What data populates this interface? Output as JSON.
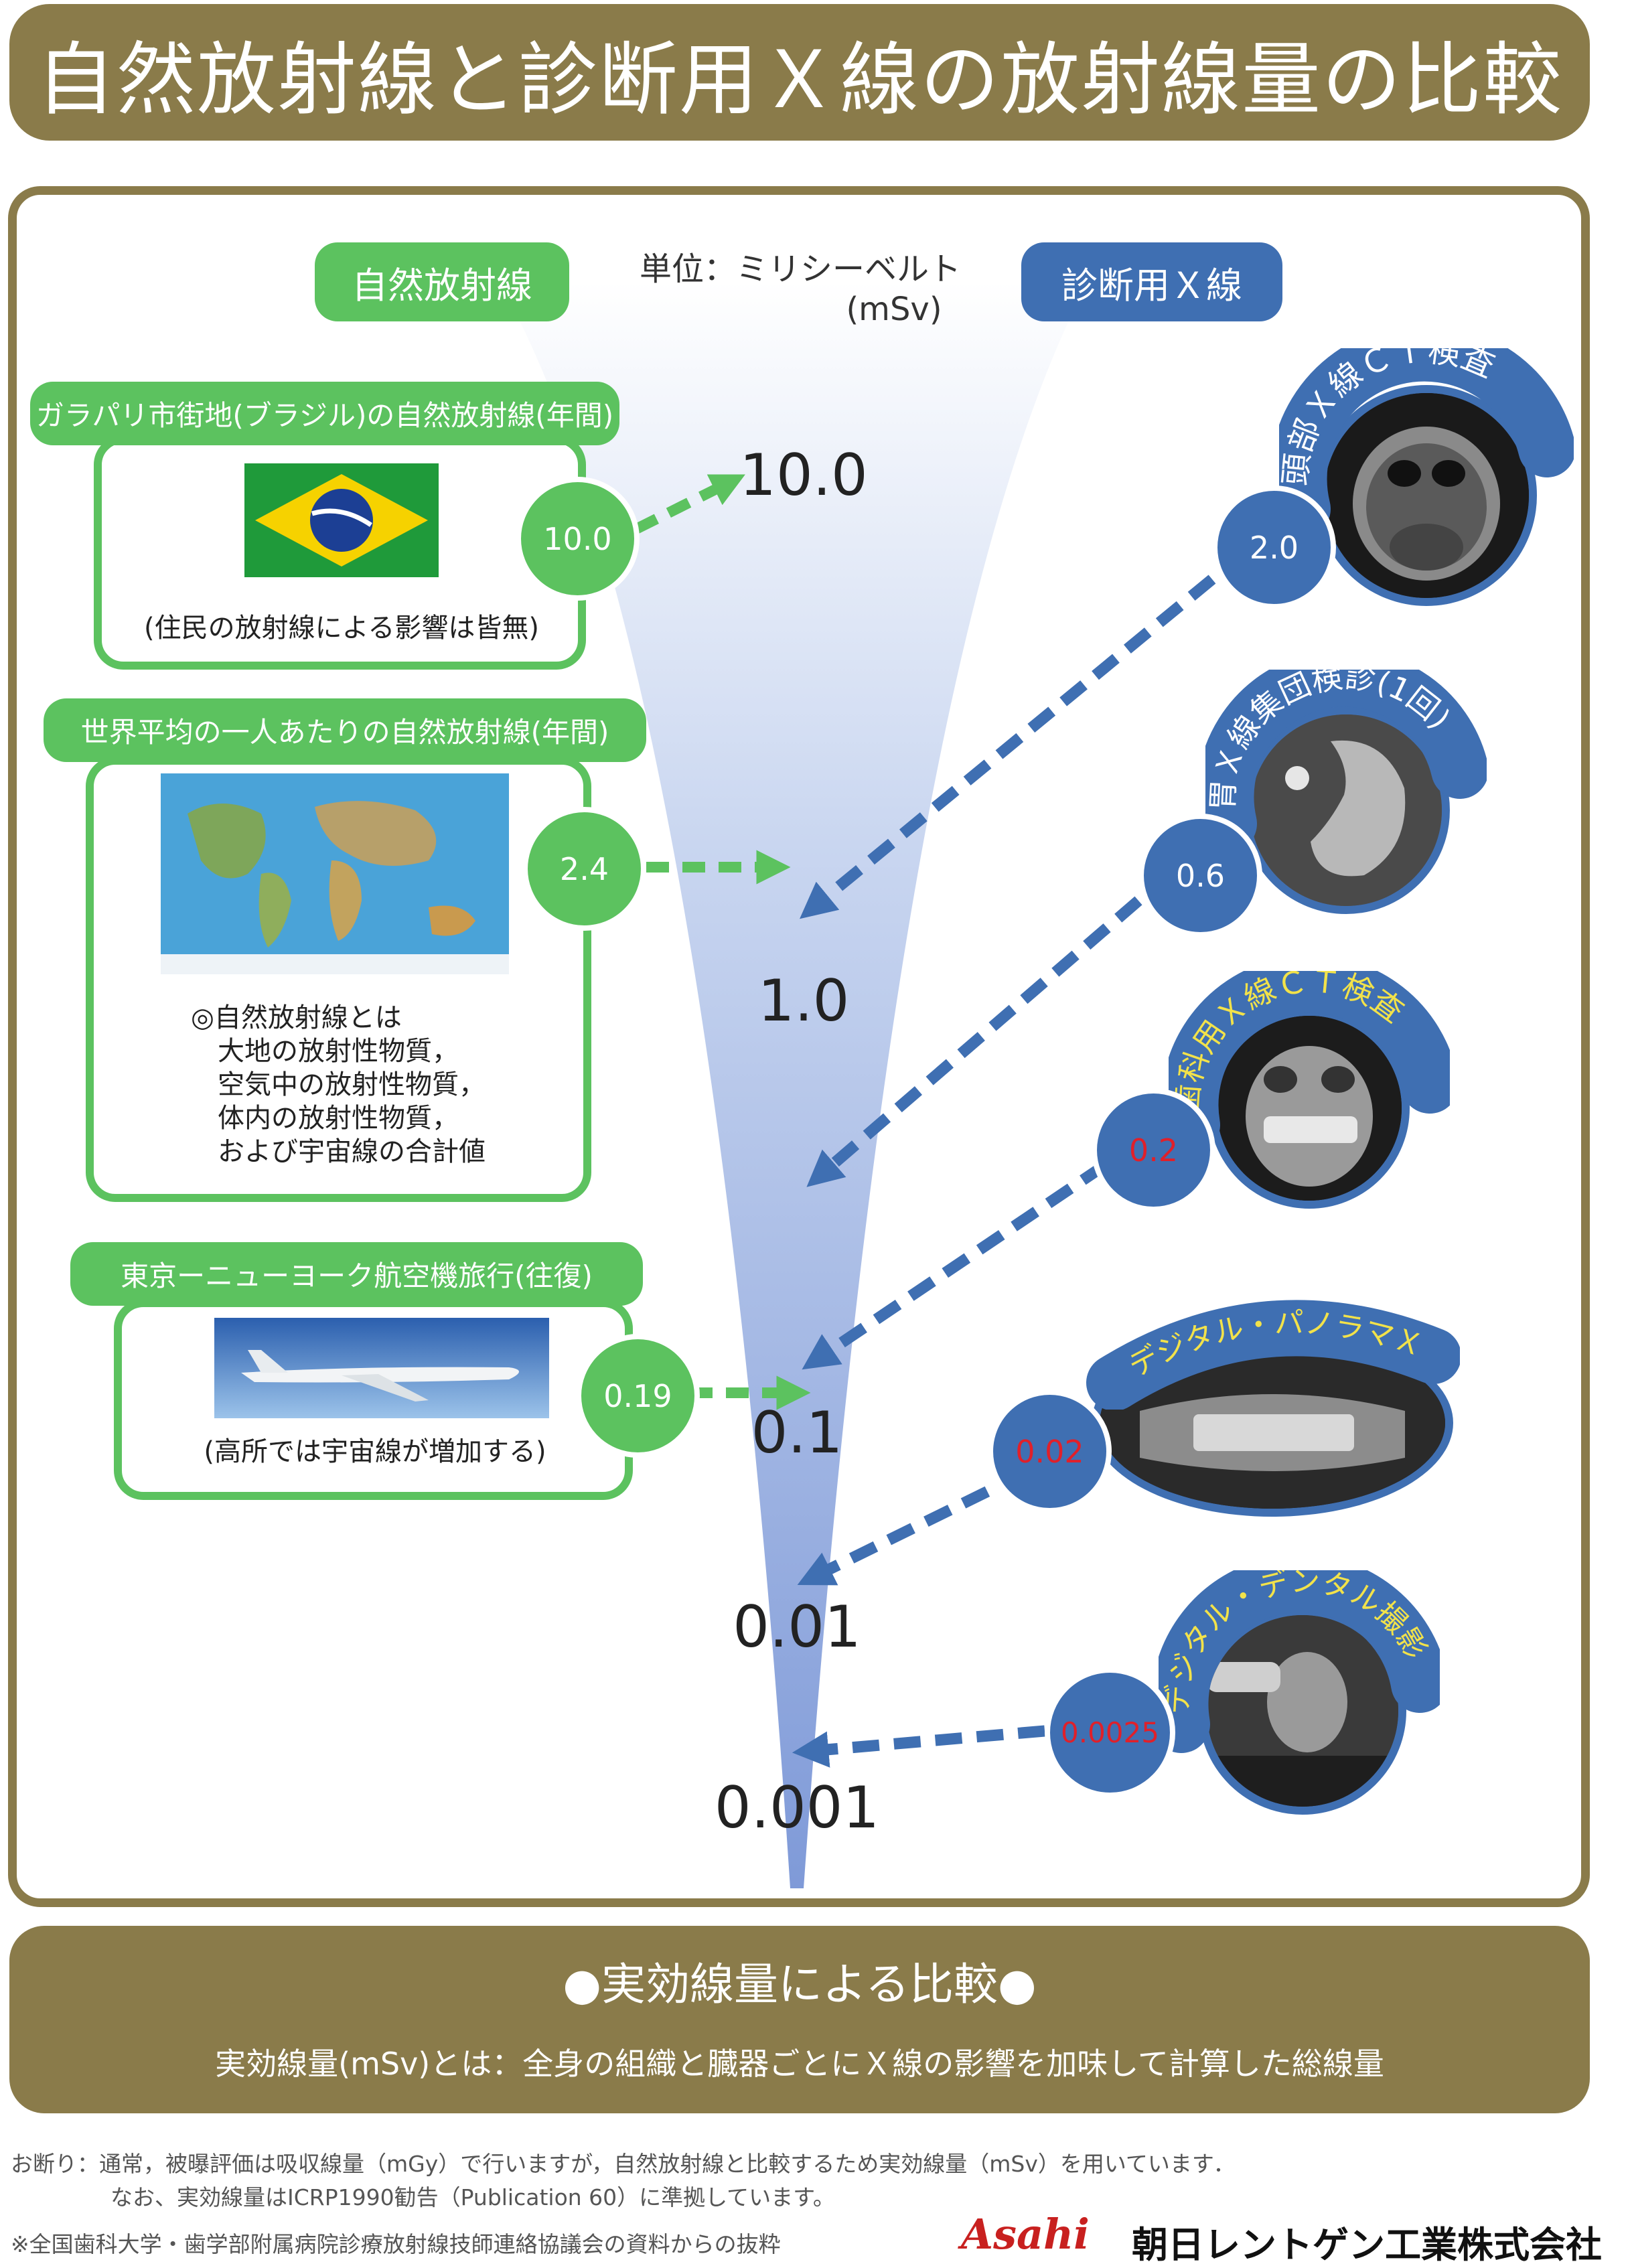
{
  "title": "自然放射線と診断用Ｘ線の放射線量の比較",
  "labels": {
    "natural": "自然放射線",
    "diagnostic": "診断用Ｘ線",
    "unit_line1": "単位：ミリシーベルト",
    "unit_line2": "(mSv)"
  },
  "scale": [
    "10.0",
    "1.0",
    "0.1",
    "0.01",
    "0.001"
  ],
  "natural_items": [
    {
      "title": "ガラパリ市街地(ブラジル)の自然放射線(年間)",
      "value": "10.0",
      "note": "(住民の放射線による影響は皆無)"
    },
    {
      "title": "世界平均の一人あたりの自然放射線(年間)",
      "value": "2.4",
      "notes": [
        "◎自然放射線とは",
        "大地の放射性物質，",
        "空気中の放射性物質，",
        "体内の放射性物質，",
        "および宇宙線の合計値"
      ]
    },
    {
      "title": "東京ーニューヨーク航空機旅行(往復)",
      "value": "0.19",
      "note": "(高所では宇宙線が増加する)"
    }
  ],
  "diagnostic_items": [
    {
      "title": "頭部Ｘ線ＣＴ検査",
      "value": "2.0",
      "value_color": "#ffffff",
      "title_color": "#ffffff"
    },
    {
      "title": "胃Ｘ線集団検診(1回)",
      "value": "0.6",
      "value_color": "#ffffff",
      "title_color": "#ffffff"
    },
    {
      "title": "歯科用Ｘ線ＣＴ検査",
      "value": "0.2",
      "value_color": "#e0202a",
      "title_color": "#f2e24a"
    },
    {
      "title": "デジタル・パノラマＸ線",
      "value": "0.02",
      "value_color": "#e0202a",
      "title_color": "#f2e24a"
    },
    {
      "title": "デジタル・デンタル撮影",
      "value": "0.0025",
      "value_color": "#e0202a",
      "title_color": "#f2e24a"
    }
  ],
  "bottom": {
    "heading": "●実効線量による比較●",
    "sub": "実効線量(mSv)とは：全身の組織と臓器ごとにＸ線の影響を加味して計算した総線量"
  },
  "footnotes": {
    "line1": "お断り：通常，被曝評価は吸収線量（mGy）で行いますが，自然放射線と比較するため実効線量（mSv）を用いています．",
    "line2": "なお、実効線量はICRP1990勧告（Publication 60）に準拠しています。",
    "line3": "※全国歯科大学・歯学部附属病院診療放射線技師連絡協議会の資料からの抜粋"
  },
  "logo": {
    "brand": "Asahi",
    "company": "朝日レントゲン工業株式会社"
  },
  "colors": {
    "olive": "#8a7b4a",
    "green": "#5cc25f",
    "blue": "#3f6fb2",
    "red": "#e0202a",
    "yellow": "#f2e24a"
  }
}
